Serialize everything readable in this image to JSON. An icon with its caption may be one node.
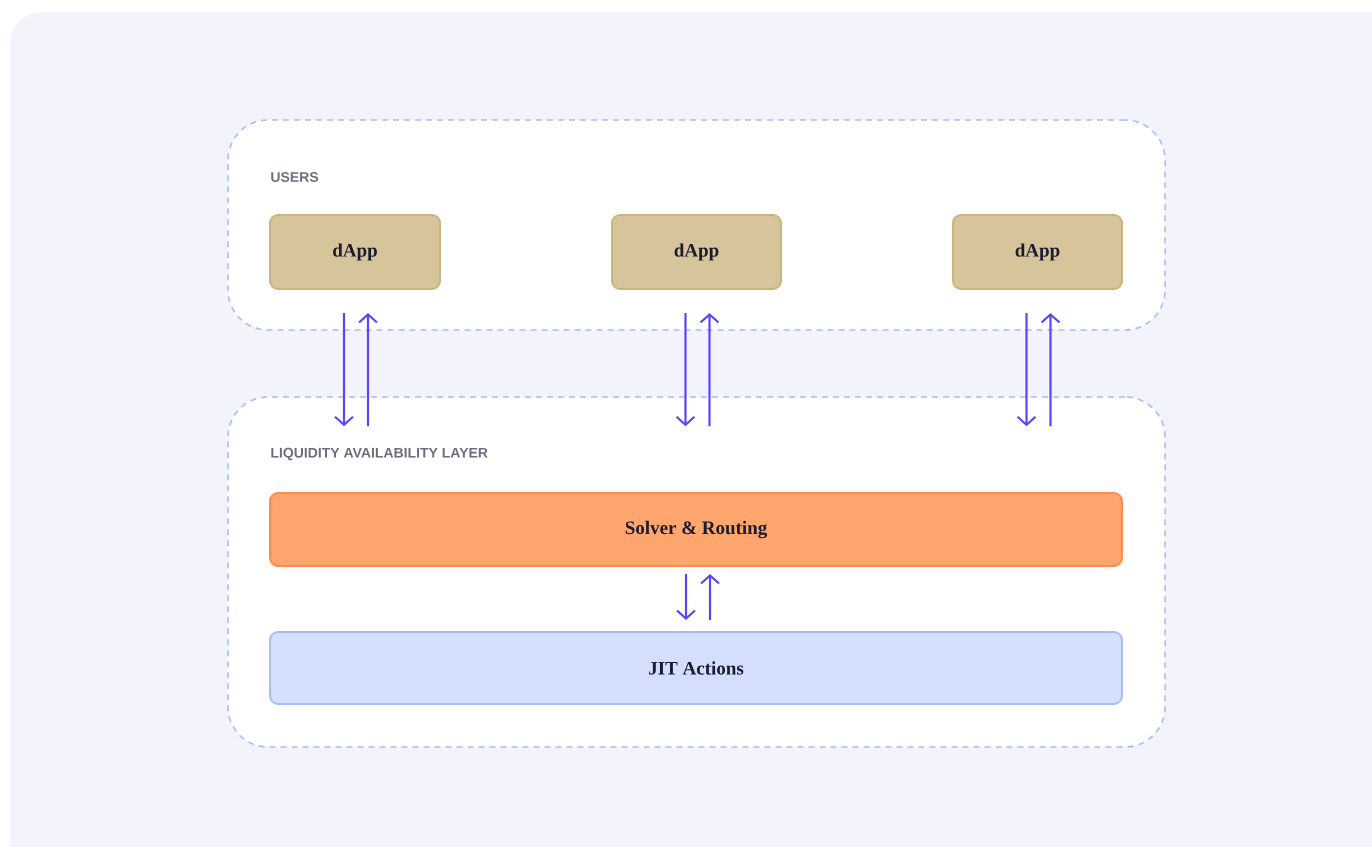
{
  "diagram": {
    "nodes": [
      {
        "text": [
          "USERS"
        ]
      },
      {
        "text": [
          "dApp"
        ],
        "in": 0
      },
      {
        "text": [
          "dApp"
        ],
        "in": 0
      },
      {
        "text": [
          "dApp"
        ],
        "in": 0
      },
      {
        "text": [
          "LIQUIDITY AVAILABILITY LAYER"
        ]
      },
      {
        "text": [
          "Solver & Routing"
        ],
        "in": 4
      },
      {
        "text": [
          "JIT Actions"
        ],
        "in": 4
      }
    ],
    "edges": [
      {
        "from": 1,
        "to": 4,
        "arrow": "to"
      },
      {
        "from": 4,
        "to": 1,
        "arrow": "to"
      },
      {
        "from": 2,
        "to": 4,
        "arrow": "to"
      },
      {
        "from": 4,
        "to": 2,
        "arrow": "to"
      },
      {
        "from": 3,
        "to": 4,
        "arrow": "to"
      },
      {
        "from": 4,
        "to": 3,
        "arrow": "to"
      },
      {
        "from": 5,
        "to": 6,
        "arrow": "to"
      },
      {
        "from": 6,
        "to": 5,
        "arrow": "to"
      }
    ]
  }
}
